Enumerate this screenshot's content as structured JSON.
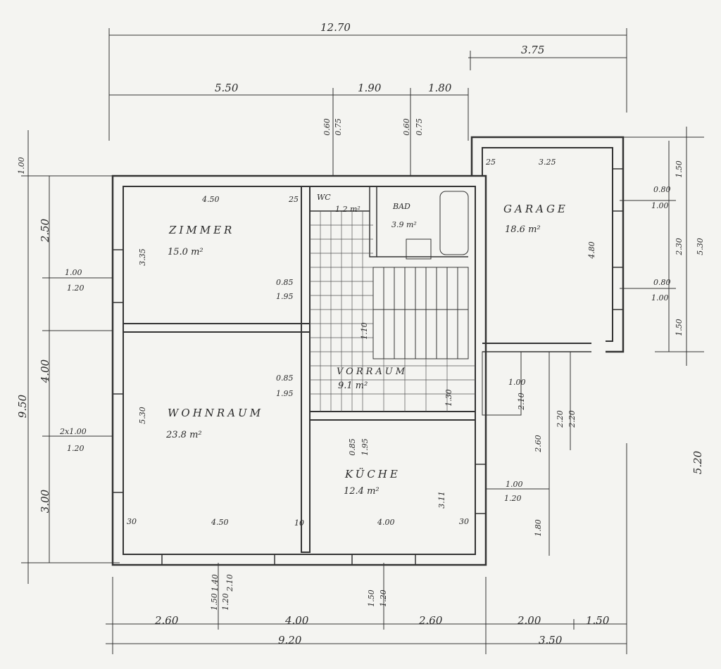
{
  "plan": {
    "rooms": {
      "zimmer": {
        "name": "ZIMMER",
        "area": "15.0 m²"
      },
      "wohnraum": {
        "name": "WOHNRAUM",
        "area": "23.8 m²"
      },
      "kueche": {
        "name": "KÜCHE",
        "area": "12.4 m²"
      },
      "vorraum": {
        "name": "VORRAUM",
        "area": "9.1 m²"
      },
      "garage": {
        "name": "GARAGE",
        "area": "18.6 m²"
      },
      "wc": {
        "name": "WC",
        "area": "1.2 m²"
      },
      "bad": {
        "name": "BAD",
        "area": "3.9 m²"
      }
    },
    "dims": {
      "top_total": "12.70",
      "top_garage": "3.75",
      "top_a": "5.50",
      "top_b": "1.90",
      "top_c": "1.80",
      "top_opening1": "0.60",
      "top_opening1b": "0.75",
      "top_opening2": "0.60",
      "top_opening2b": "0.75",
      "bottom_a": "2.60",
      "bottom_b": "4.00",
      "bottom_c": "2.60",
      "bottom_d": "2.00",
      "bottom_e": "1.50",
      "bottom_total": "9.20",
      "bottom_garage": "3.50",
      "win_bottom_1a": "1.50",
      "win_bottom_1b": "1.20",
      "win_bottom_2a": "1.40",
      "win_bottom_2b": "2.10",
      "win_bottom_3a": "1.50",
      "win_bottom_3b": "1.20",
      "left_top": "1.00",
      "left_a": "2.50",
      "left_total": "9.50",
      "left_b": "4.00",
      "left_c": "3.00",
      "left_win1a": "1.00",
      "left_win1b": "1.20",
      "left_win2a": "2x1.00",
      "left_win2b": "1.20",
      "right_a": "1.50",
      "right_b": "2.30",
      "right_c": "5.30",
      "right_d": "1.50",
      "right_e": "5.20",
      "right_win1a": "0.80",
      "right_win1b": "1.00",
      "right_win2a": "0.80",
      "right_win2b": "1.00",
      "kueche_win_a": "1.00",
      "kueche_win_b": "1.20",
      "mid_a": "2.20",
      "mid_b": "2.20",
      "mid_c": "2.60",
      "mid_d": "1.80",
      "zimmer_w": "4.50",
      "zimmer_h": "3.35",
      "wohn_w": "4.50",
      "wohn_h": "5.30",
      "kueche_w": "4.00",
      "kueche_h": "3.11",
      "garage_w": "3.25",
      "garage_h": "4.80",
      "wall_30a": "30",
      "wall_30b": "30",
      "wall_25a": "25",
      "wall_25b": "25",
      "wall_10": "10",
      "door_zimmer_a": "0.85",
      "door_zimmer_b": "1.95",
      "door_wohn_a": "0.85",
      "door_wohn_b": "1.95",
      "door_kueche_a": "0.85",
      "door_kueche_b": "1.95",
      "stair_a": "1.10",
      "stair_b": "1.30",
      "door_garage_a": "1.00",
      "door_garage_b": "2.10"
    }
  }
}
